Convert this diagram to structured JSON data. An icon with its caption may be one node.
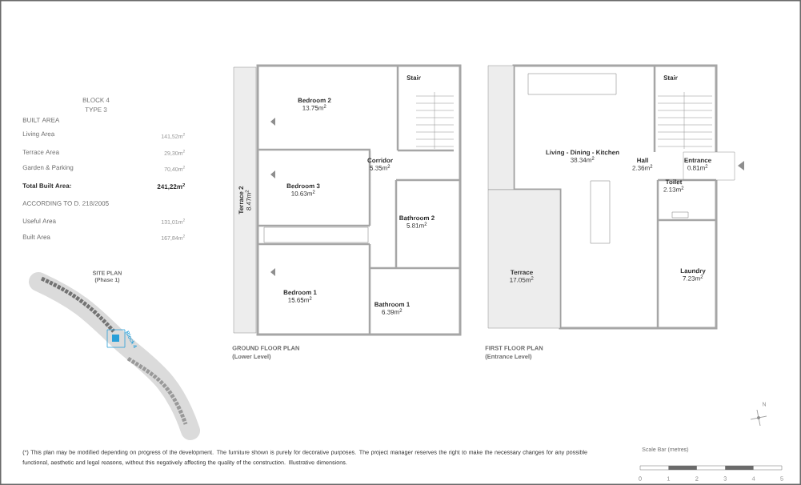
{
  "diagram": {
    "nodes": [
      {
        "text": [
          "GROUND FLOOR PLAN",
          "(Lower Level)"
        ]
      },
      {
        "text": [
          "Terrace 2",
          "8.47m$^{2}$"
        ]
      },
      {
        "text": [
          "Bedroom 2",
          "13.75m$^{2}$"
        ],
        "in": 0
      },
      {
        "text": [
          "Stair"
        ],
        "in": 0
      },
      {
        "text": [
          "Corridor",
          "5.35m$^{2}$"
        ],
        "in": 0
      },
      {
        "text": [
          "Bedroom 3",
          "10.63m$^{2}$"
        ],
        "in": 0
      },
      {
        "text": [
          "Bathroom 2",
          "5.81m$^{2}$"
        ],
        "in": 0
      },
      {
        "text": [
          "Bedroom 1",
          "15.65m$^{2}$"
        ],
        "in": 0
      },
      {
        "text": [
          "Bathroom 1",
          "6.39m$^{2}$"
        ],
        "in": 0
      },
      {
        "text": [
          "FIRST FLOOR PLAN",
          "(Entrance Level)"
        ]
      },
      {
        "text": [
          "Terrace",
          "17.05m$^{2}$"
        ],
        "in": 9
      },
      {
        "text": [
          "Living - Dining - Kitchen",
          "38.34m$^{2}$"
        ],
        "in": 9
      },
      {
        "text": [
          "Stair"
        ],
        "in": 9
      },
      {
        "text": [
          "Hall",
          "2.36m$^{2}$"
        ],
        "in": 9
      },
      {
        "text": [
          "Entrance",
          "0.81m$^{2}$"
        ]
      },
      {
        "text": [
          "Toilet",
          "2.13m$^{2}$"
        ],
        "in": 9
      },
      {
        "text": [
          "Laundry",
          "7.23m$^{2}$"
        ],
        "in": 9
      },
      {
        "text": [
          "SITE PLAN",
          "(Phase 1)"
        ]
      }
    ],
    "labels": [
      "BLOCK 4",
      "TYPE 3",
      "BUILT AREA",
      "Living Area",
      "141,52m$^{2}$",
      "Terrace Area",
      "29,30m$^{2}$",
      "Garden & Parking",
      "70,40m$^{2}$",
      "Total Built Area:",
      "241,22m$^{2}$",
      "ACCORDING TO D. 218/2005",
      "Useful Area",
      "131,01m$^{2}$",
      "Built Area",
      "167,84m$^{2}$",
      "Block 4",
      "N",
      "(*) This plan may be modified depending on progress of the development. The furniture shown is purely for decorative purposes. The project manager reserves the right to make the necessary changes for any possible functional, aesthetic and legal reasons, without this negatively affecting the quality of the construction. Illustrative dimensions.",
      "Scale Bar (metres)",
      "0",
      "1",
      "2",
      "3",
      "4",
      "5"
    ]
  }
}
